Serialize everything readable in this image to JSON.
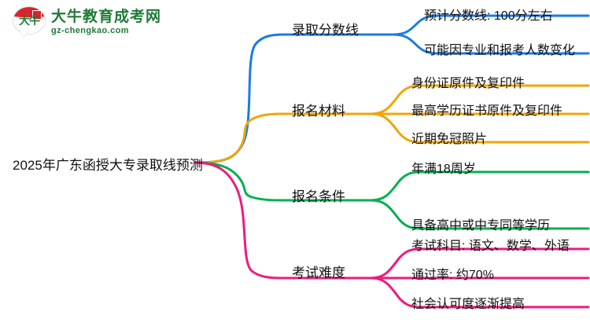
{
  "logo": {
    "mark_text": "大牛",
    "brand_name": "大牛教育成考网",
    "domain": "gz-chengkao.com",
    "brand_color": "#1f7a37",
    "seal_color": "#d9232e"
  },
  "mindmap": {
    "root": "2025年广东函授大专录取线预测",
    "branches": [
      {
        "label": "录取分数线",
        "color": "#1a7ae8",
        "leaves": [
          "预计分数线: 100分左右",
          "可能因专业和报考人数变化"
        ]
      },
      {
        "label": "报名材料",
        "color": "#f0a50a",
        "leaves": [
          "身份证原件及复印件",
          "最高学历证书原件及复印件",
          "近期免冠照片"
        ]
      },
      {
        "label": "报名条件",
        "color": "#00b050",
        "leaves": [
          "年满18周岁",
          "具备高中或中专同等学历"
        ]
      },
      {
        "label": "考试难度",
        "color": "#ec1c7d",
        "leaves": [
          "考试科目: 语文、数学、外语",
          "通过率: 约70%",
          "社会认可度逐渐提高"
        ]
      }
    ]
  }
}
